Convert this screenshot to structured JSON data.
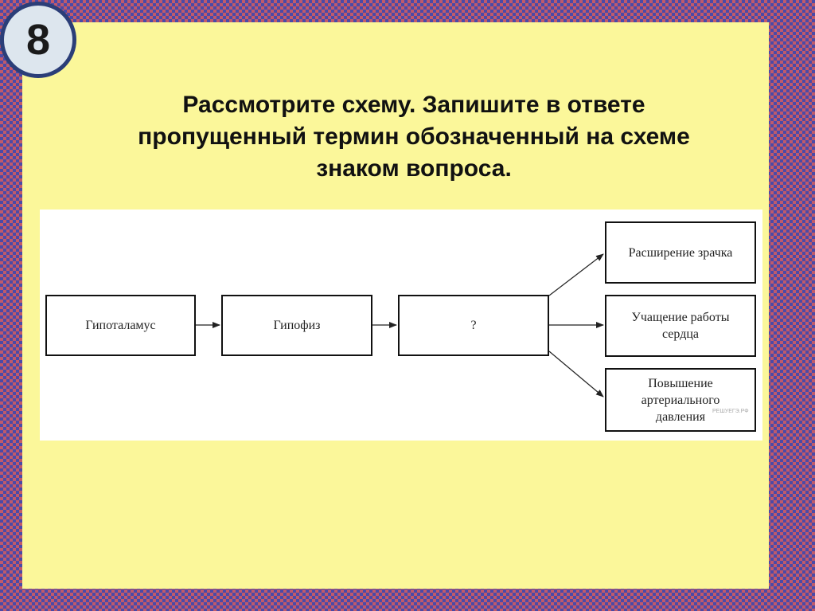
{
  "slide": {
    "number": "8",
    "title_lines": [
      "Рассмотрите схему. Запишите в ответе",
      "пропущенный термин обозначенный на схеме",
      "знаком вопроса."
    ]
  },
  "diagram": {
    "nodes": {
      "hypothalamus": "Гипоталамус",
      "pituitary": "Гипофиз",
      "unknown": "?",
      "pupil": "Расширение зрачка",
      "heart": "Учащение работы сердца",
      "pressure": "Повышение артериального давления"
    },
    "watermark": "РЕШУЕГЭ.РФ"
  },
  "colors": {
    "panel": "#fbf79a",
    "border_pattern_a": "#4a4aa8",
    "border_pattern_b": "#c05a6a",
    "badge_ring": "#2b3e78"
  }
}
